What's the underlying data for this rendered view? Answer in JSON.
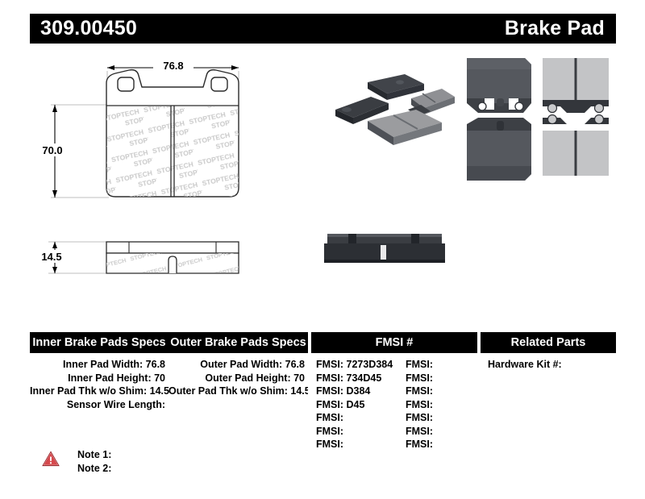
{
  "header": {
    "part_number": "309.00450",
    "product_type": "Brake Pad",
    "bar_color": "#000000",
    "text_color": "#ffffff"
  },
  "drawing": {
    "watermark_text": "STOPTECH",
    "front_view": {
      "width_dim": "76.8",
      "height_dim": "70.0"
    },
    "edge_view": {
      "thickness_dim": "14.5"
    },
    "photo_labels": {
      "group_photo": "four-brake-pads-angled-photo",
      "grid_photo": "brake-pad-set-front-back-photo",
      "edge_photo": "brake-pad-edge-profile-photo"
    }
  },
  "specs": {
    "headers": {
      "inner": "Inner Brake Pads Specs",
      "outer": "Outer Brake Pads Specs",
      "fmsi": "FMSI #",
      "related": "Related Parts"
    },
    "inner_rows": [
      "Inner Pad Width: 76.8",
      "Inner Pad Height: 70",
      "Inner Pad Thk w/o Shim: 14.5",
      "Sensor Wire Length:"
    ],
    "outer_rows": [
      "Outer Pad Width: 76.8",
      "Outer Pad Height: 70",
      "Outer Pad Thk w/o Shim: 14.5"
    ],
    "fmsi_left": [
      "FMSI: 7273D384",
      "FMSI: 734D45",
      "FMSI: D384",
      "FMSI: D45",
      "FMSI:",
      "FMSI:",
      "FMSI:"
    ],
    "fmsi_right": [
      "FMSI:",
      "FMSI:",
      "FMSI:",
      "FMSI:",
      "FMSI:",
      "FMSI:",
      "FMSI:"
    ],
    "related_rows": [
      "Hardware Kit #:"
    ]
  },
  "notes": {
    "icon": "warning-triangle-icon",
    "icon_color": "#c0262b",
    "lines": [
      "Note 1:",
      "Note 2:"
    ]
  }
}
